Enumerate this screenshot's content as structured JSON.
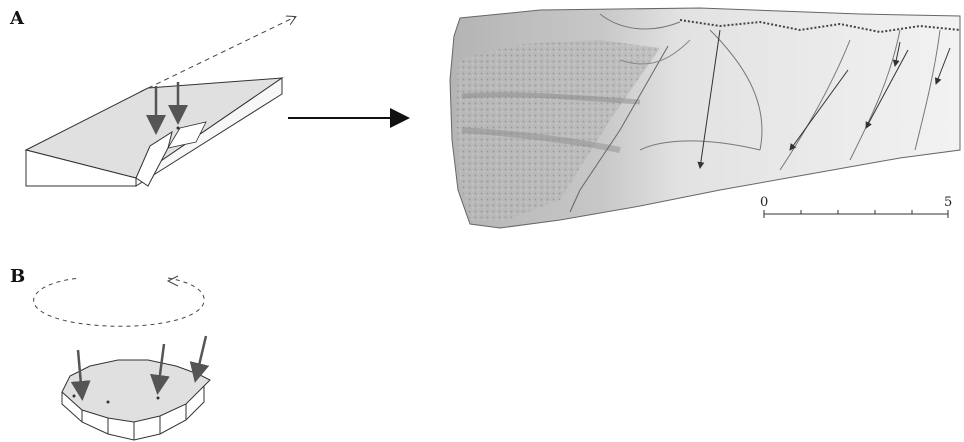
{
  "panels": {
    "a_label": "A",
    "b_label": "B"
  },
  "scale_bar": {
    "start_label": "0",
    "end_label": "5"
  },
  "colors": {
    "top_face": "#dedede",
    "line": "#333333",
    "arrow": "#555555",
    "photo_light": "#eeeeee",
    "photo_dark": "#9a9a9a"
  }
}
